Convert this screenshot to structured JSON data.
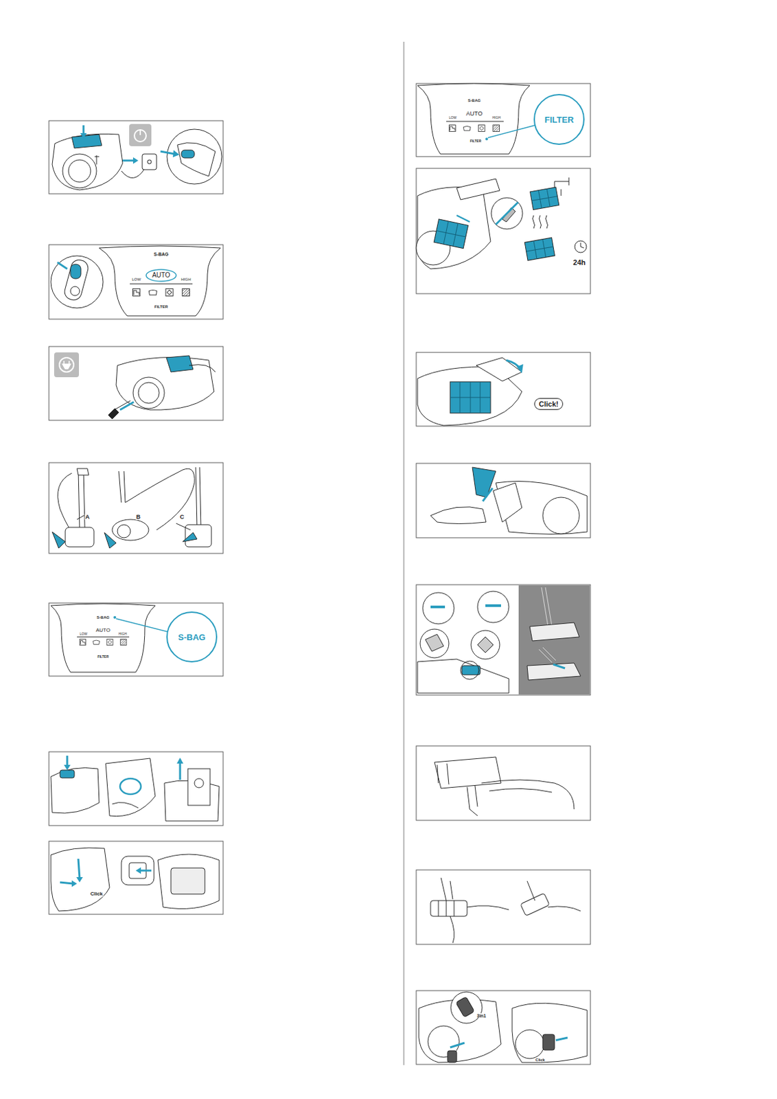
{
  "diagram": {
    "nodes": [
      {
        "text": [
          "S-BAG"
        ]
      },
      {
        "text": [
          "FILTER"
        ]
      },
      {
        "text": [
          "Click!"
        ]
      }
    ],
    "labels": [
      "S-BAG",
      "AUTO",
      "LOW",
      "HIGH",
      "FILTER",
      "A",
      "B",
      "C",
      "S-BAG",
      "AUTO",
      "LOW",
      "HIGH",
      "FILTER",
      "Click",
      "S-BAG",
      "AUTO",
      "LOW",
      "HIGH",
      "FILTER",
      "24h",
      "3in1",
      "Click"
    ]
  }
}
